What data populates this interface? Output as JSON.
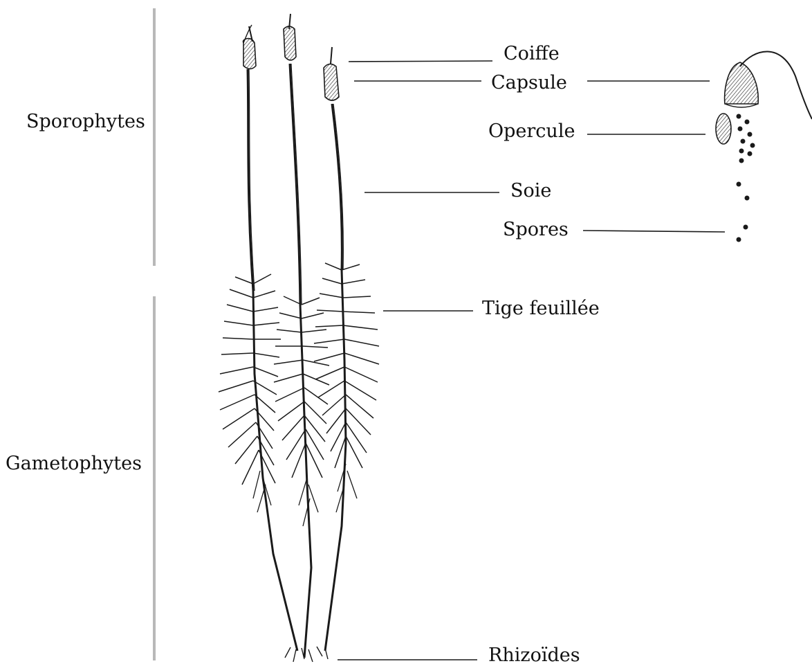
{
  "groups": {
    "sporophytes": "Sporophytes",
    "gametophytes": "Gametophytes"
  },
  "parts": {
    "coiffe": "Coiffe",
    "capsule": "Capsule",
    "opercule": "Opercule",
    "soie": "Soie",
    "spores": "Spores",
    "tige_feuillee": "Tige feuillée",
    "rhizoides": "Rhizoïdes"
  },
  "colors": {
    "ink": "#1a1a1a",
    "bracket": "#b8b8b8",
    "background": "#ffffff"
  }
}
